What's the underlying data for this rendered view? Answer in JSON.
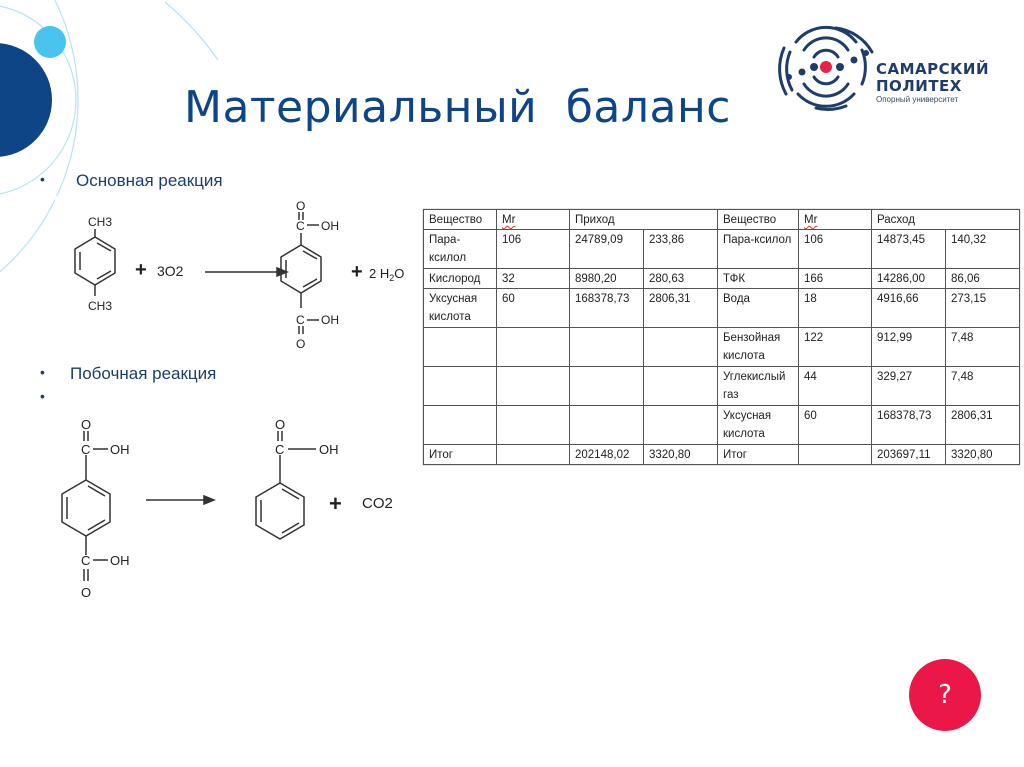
{
  "slide": {
    "title": "Материальный  баланс",
    "bullets": {
      "main_reaction": "Основная реакция",
      "side_reaction": "Побочная реакция",
      "empty_bullet": ""
    }
  },
  "logo": {
    "line1": "САМАРСКИЙ",
    "line2": "ПОЛИТЕХ",
    "tagline": "Опорный университет"
  },
  "main_reaction": {
    "reactant1_top": "CH3",
    "reactant1_bottom": "CH3",
    "plus1": "+",
    "reagent": "3O2",
    "product_top_o": "O",
    "product_top_group": "C—OH",
    "product_bottom_group": "C—OH",
    "product_bottom_o": "O",
    "plus2": "+",
    "byproduct": "2 H2O"
  },
  "side_reaction": {
    "reactant_top_o": "O",
    "reactant_top_group": "C—OH",
    "reactant_bottom_group": "C—OH",
    "reactant_bottom_o": "O",
    "product_o": "O",
    "product_group": "C—OH",
    "plus": "+",
    "byproduct": "CO2"
  },
  "table": {
    "headers": {
      "substance_in": "Вещество",
      "mr_in": "Mr",
      "income": "Приход",
      "substance_out": "Вещество",
      "mr_out": "Mr",
      "expense": "Расход"
    },
    "rows": [
      {
        "in_name": "Пара-ксилол",
        "in_mr": "106",
        "in_mass": "24789,09",
        "in_mol": "233,86",
        "out_name": "Пара-ксилол",
        "out_mr": "106",
        "out_mass": "14873,45",
        "out_mol": "140,32"
      },
      {
        "in_name": "Кислород",
        "in_mr": "32",
        "in_mass": "8980,20",
        "in_mol": "280,63",
        "out_name": "ТФК",
        "out_mr": "166",
        "out_mass": "14286,00",
        "out_mol": "86,06"
      },
      {
        "in_name": "Уксусная кислота",
        "in_mr": "60",
        "in_mass": "168378,73",
        "in_mol": "2806,31",
        "out_name": "Вода",
        "out_mr": "18",
        "out_mass": "4916,66",
        "out_mol": "273,15"
      },
      {
        "in_name": "",
        "in_mr": "",
        "in_mass": "",
        "in_mol": "",
        "out_name": "Бензойная кислота",
        "out_mr": "122",
        "out_mass": "912,99",
        "out_mol": "7,48"
      },
      {
        "in_name": "",
        "in_mr": "",
        "in_mass": "",
        "in_mol": "",
        "out_name": "Углекислый газ",
        "out_mr": "44",
        "out_mass": "329,27",
        "out_mol": "7,48"
      },
      {
        "in_name": "",
        "in_mr": "",
        "in_mass": "",
        "in_mol": "",
        "out_name": "Уксусная кислота",
        "out_mr": "60",
        "out_mass": "168378,73",
        "out_mol": "2806,31"
      }
    ],
    "total": {
      "in_label": "Итог",
      "in_mass": "202148,02",
      "in_mol": "3320,80",
      "out_label": "Итог",
      "out_mass": "203697,11",
      "out_mol": "3320,80"
    }
  },
  "help_button": {
    "label": "?",
    "color": "#ea1748"
  },
  "colors": {
    "title": "#0d4586",
    "accent_dark": "#0d4586",
    "accent_light": "#4bc3ef",
    "help": "#ea1748"
  }
}
